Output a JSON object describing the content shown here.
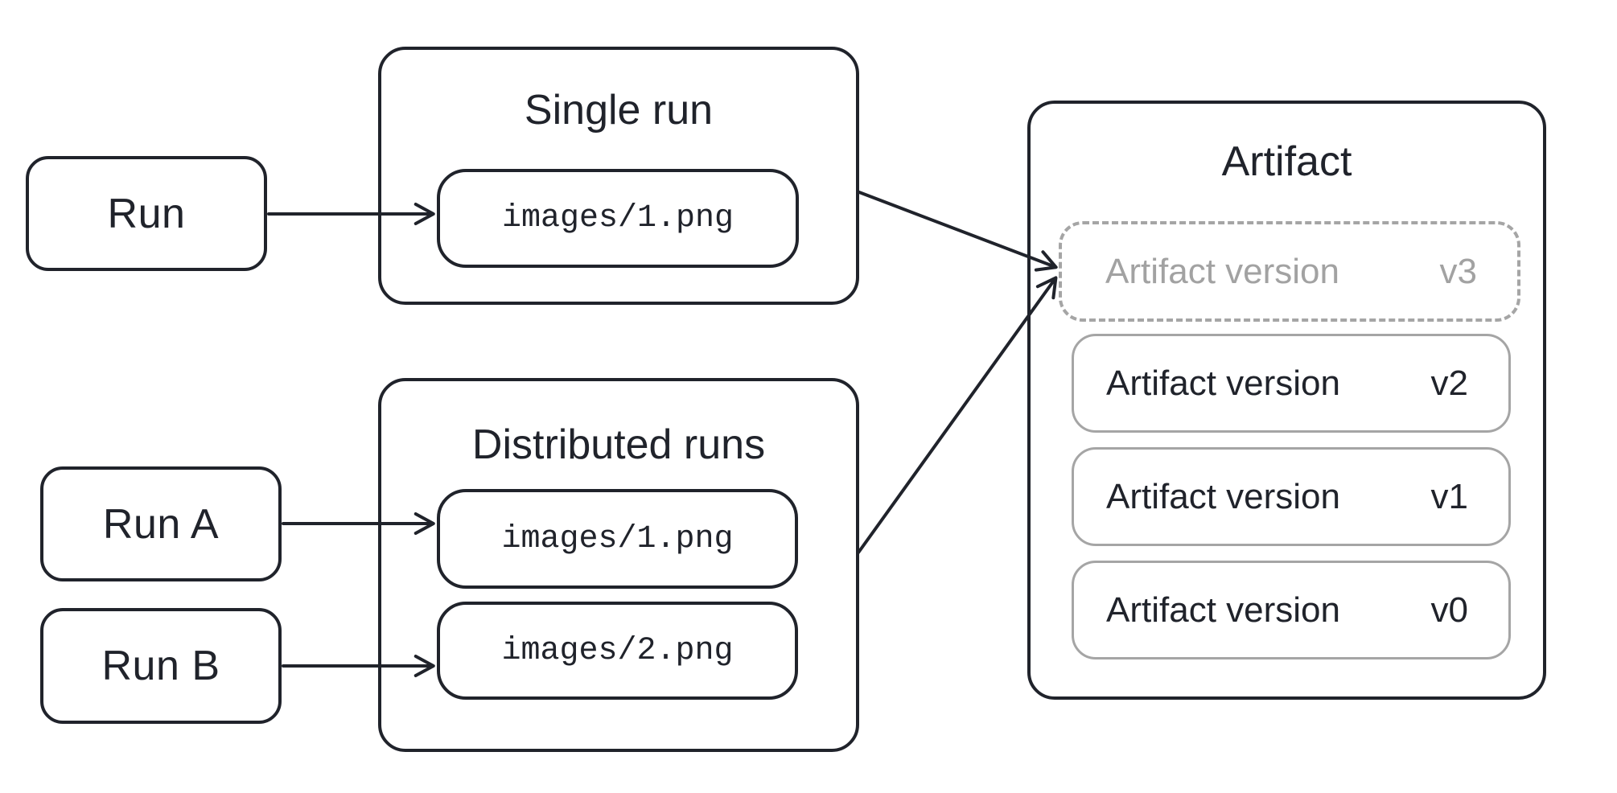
{
  "nodes": {
    "run": {
      "label": "Run"
    },
    "run_a": {
      "label": "Run A"
    },
    "run_b": {
      "label": "Run B"
    }
  },
  "groups": {
    "single_run": {
      "title": "Single run",
      "files": [
        "images/1.png"
      ]
    },
    "distributed_runs": {
      "title": "Distributed runs",
      "files": [
        "images/1.png",
        "images/2.png"
      ]
    },
    "artifact": {
      "title": "Artifact",
      "versions": [
        {
          "label": "Artifact version",
          "tag": "v3",
          "state": "pending"
        },
        {
          "label": "Artifact version",
          "tag": "v2",
          "state": "committed"
        },
        {
          "label": "Artifact version",
          "tag": "v1",
          "state": "committed"
        },
        {
          "label": "Artifact version",
          "tag": "v0",
          "state": "committed"
        }
      ]
    }
  },
  "colors": {
    "ink": "#20232b",
    "gray_border": "#a5a5a5",
    "gray_text": "#a2a2a2",
    "bg": "#ffffff"
  }
}
